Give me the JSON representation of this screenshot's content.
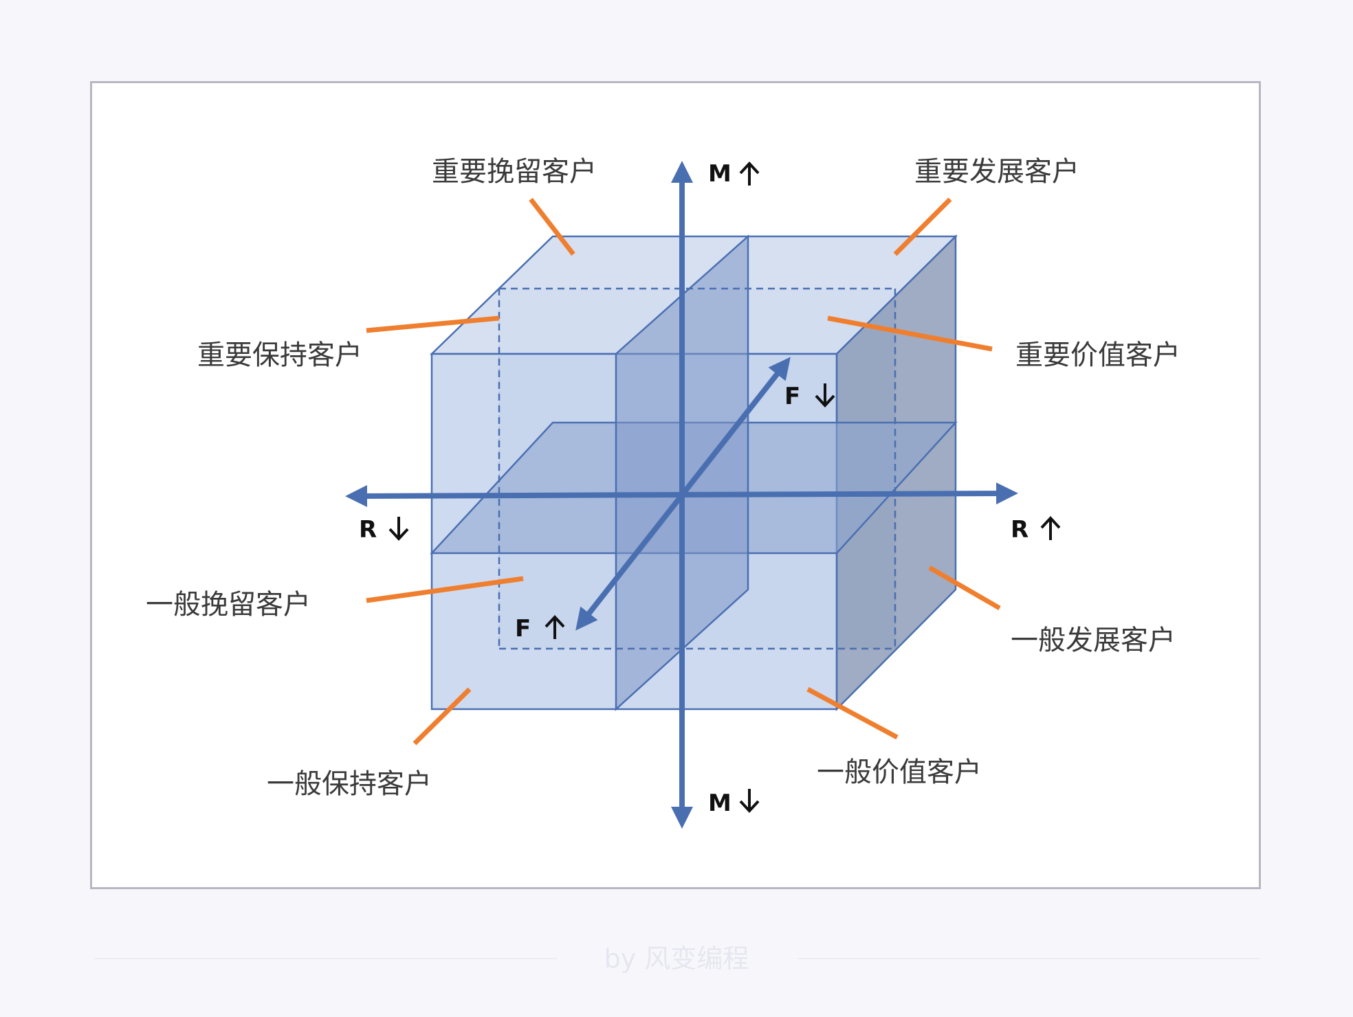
{
  "segments": {
    "important_retain": "重要挽留客户",
    "important_develop": "重要发展客户",
    "important_keep": "重要保持客户",
    "important_value": "重要价值客户",
    "general_retain": "一般挽留客户",
    "general_develop": "一般发展客户",
    "general_keep": "一般保持客户",
    "general_value": "一般价值客户"
  },
  "axes": {
    "m_up": "M",
    "m_down": "M",
    "r_down": "R",
    "r_up": "R",
    "f_down": "F",
    "f_up": "F"
  },
  "footer": {
    "credit": "by 风变编程"
  },
  "colors": {
    "axis": "#4a6fb1",
    "leader": "#ef7f2f",
    "cube_front": "#c5d3ec",
    "cube_side": "#9fb0c8",
    "cube_top": "#d2ddf0"
  }
}
